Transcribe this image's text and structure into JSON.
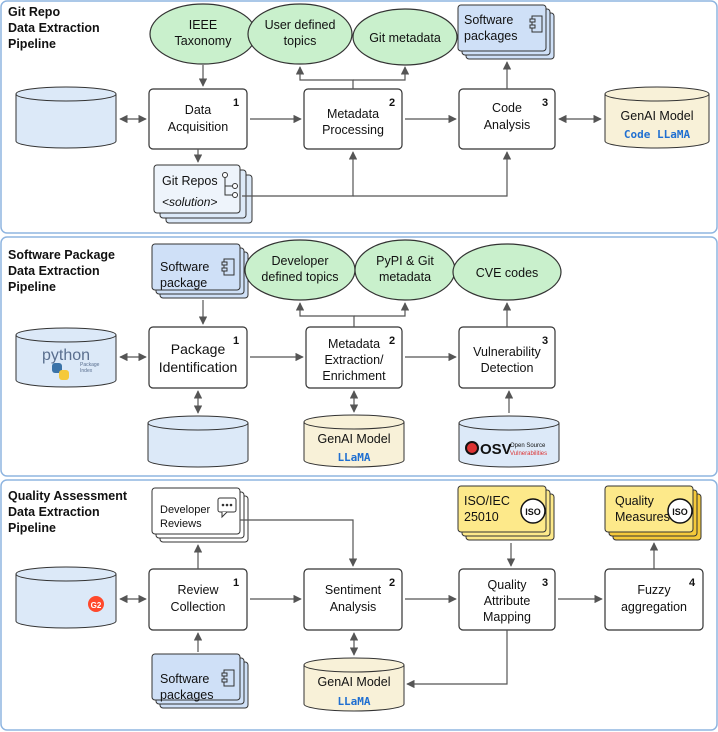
{
  "panels": [
    {
      "title": [
        "Git Repo",
        "Data Extraction",
        "Pipeline"
      ],
      "nodes": {
        "ieee": [
          "IEEE",
          "Taxonomy"
        ],
        "user_topics": [
          "User defined",
          "topics"
        ],
        "git_meta": [
          "Git metadata"
        ],
        "software_packages": [
          "Software",
          "packages"
        ],
        "data_acq": [
          "Data",
          "Acquisition"
        ],
        "meta_proc": [
          "Metadata",
          "Processing"
        ],
        "code_analysis": [
          "Code",
          "Analysis"
        ],
        "genai_title": "GenAI Model",
        "genai_sub": "Code LLaMA",
        "git_repos": "Git Repos",
        "solution": "<solution>",
        "num1": "1",
        "num2": "2",
        "num3": "3"
      }
    },
    {
      "title": [
        "Software Package",
        "Data Extraction",
        "Pipeline"
      ],
      "nodes": {
        "software_package": [
          "Software",
          "package"
        ],
        "dev_topics": [
          "Developer",
          "defined topics"
        ],
        "pypi_meta": [
          "PyPI & Git",
          "metadata"
        ],
        "cve": [
          "CVE codes"
        ],
        "pkg_ident": [
          "Package",
          "Identification"
        ],
        "meta_extract": [
          "Metadata",
          "Extraction/",
          "Enrichment"
        ],
        "vuln_detect": [
          "Vulnerability",
          "Detection"
        ],
        "genai_title": "GenAI Model",
        "genai_sub": "LLaMA",
        "python_logo": "python",
        "python_sub": [
          "Package",
          "Index"
        ],
        "osv_logo": "OSV",
        "osv_sub": [
          "Open Source",
          "Vulnerabilities"
        ],
        "num1": "1",
        "num2": "2",
        "num3": "3"
      }
    },
    {
      "title": [
        "Quality Assessment",
        "Data Extraction",
        "Pipeline"
      ],
      "nodes": {
        "dev_reviews": [
          "Developer",
          "Reviews"
        ],
        "iso": [
          "ISO/IEC",
          "25010"
        ],
        "quality_measures": [
          "Quality",
          "Measures"
        ],
        "iso_badge": "ISO",
        "review_coll": [
          "Review",
          "Collection"
        ],
        "sentiment": [
          "Sentiment",
          "Analysis"
        ],
        "qam": [
          "Quality",
          "Attribute",
          "Mapping"
        ],
        "fuzzy": [
          "Fuzzy",
          "aggregation"
        ],
        "genai_title": "GenAI Model",
        "genai_sub": "LLaMA",
        "software_packages": [
          "Software",
          "packages"
        ],
        "g2_logo": "G2",
        "num1": "1",
        "num2": "2",
        "num3": "3",
        "num4": "4"
      }
    }
  ],
  "colors": {
    "panel_border": "#8fb5e0",
    "green": "#c9f0cc",
    "blue_doc": "#cfe0f7",
    "yellow": "#fde98a",
    "cream": "#f8f1d8",
    "cyl": "#dce9f8",
    "num_badge": "#1f6fd1",
    "mono_blue": "#1f6fd1"
  }
}
